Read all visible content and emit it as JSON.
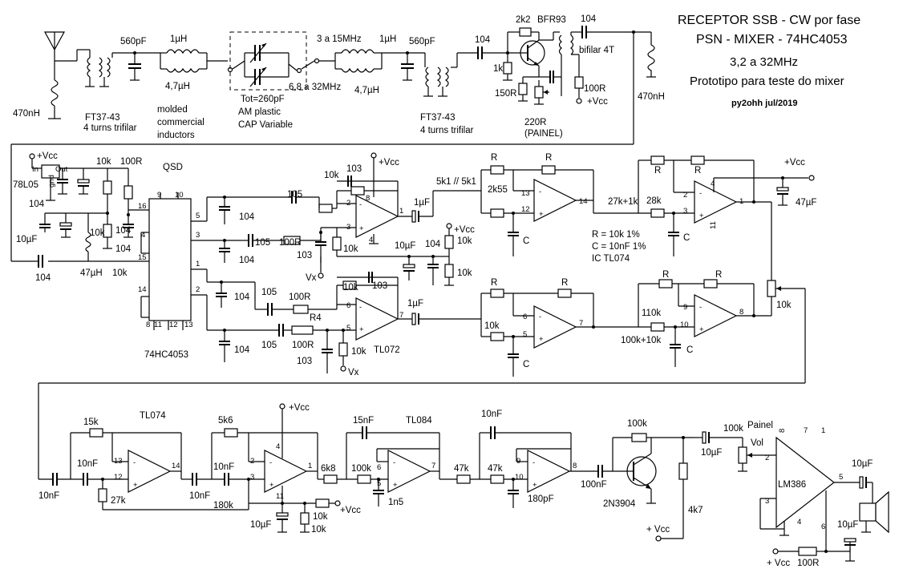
{
  "title": {
    "line1": "RECEPTOR SSB - CW por fase",
    "line2": "PSN - MIXER - 74HC4053",
    "line3": "3,2 a 32MHz",
    "line4": "Prototipo para teste do mixer",
    "author": "py2ohh jul/2019"
  },
  "frontend": {
    "ant_l": "470nH",
    "t1": "FT37-43",
    "t1b": "4 turns trifilar",
    "c560a": "560pF",
    "l1": "1µH",
    "l2": "4,7µH",
    "molded1": "molded",
    "molded2": "commercial",
    "molded3": "inductors",
    "cv1": "Tot=260pF",
    "cv2": "AM plastic",
    "cv3": "CAP Variable",
    "band1": "3 a 15MHz",
    "band2": "6,8 a 32MHz",
    "l3": "1µH",
    "l4": "4,7µH",
    "c560b": "560pF",
    "t2": "FT37-43",
    "t2b": "4 turns trifilar",
    "c104a": "104",
    "r1k": "1k",
    "r2k2": "2k2",
    "q": "BFR93",
    "r150": "150R",
    "p220": "220R",
    "painel": "(PAINEL)",
    "c104b": "104",
    "bif": "bifilar 4T",
    "r100": "100R",
    "vcc": "+Vcc",
    "out_l": "470nH"
  },
  "qsd": {
    "vcc": "+Vcc",
    "in": "In",
    "out": "Out",
    "gnd": "gnd",
    "reg": "78L05",
    "c104a": "104",
    "c10u": "10µF",
    "c104b": "104",
    "r10ka": "10k",
    "r100": "100R",
    "r10kb": "10k",
    "c104c": "104",
    "l47": "47µH",
    "r10kc": "10k",
    "c104d": "104",
    "label": "QSD",
    "chip": "74HC4053",
    "p16": "16",
    "p9": "9",
    "p10": "10",
    "p5": "5",
    "p4": "4",
    "p3": "3",
    "p15": "15",
    "p1": "1",
    "p14": "14",
    "p2": "2",
    "p8": "8",
    "p11": "11",
    "p12": "12",
    "p13": "13",
    "ca1": "104",
    "ca2": "104",
    "ca3": "104",
    "ca4": "104",
    "cs1": "105",
    "cs2": "105",
    "cs3": "105",
    "cs4": "105"
  },
  "preamp": {
    "r10k": "10k",
    "c103": "103",
    "vcc": "+Vcc",
    "p2": "2",
    "p3": "3",
    "p1": "1",
    "p8": "8",
    "p4": "4",
    "r100a": "100R",
    "c103b": "103",
    "r10kb": "10k",
    "c1ua": "1µF",
    "c10u": "10µF",
    "c104": "104",
    "vcc2": "+Vcc",
    "r10kc": "10k",
    "r10kd": "10k",
    "vx": "Vx",
    "r10ke": "10k",
    "c103c": "103",
    "p6": "6",
    "p5": "5",
    "p7": "7",
    "r100b": "100R",
    "r4": "R4",
    "c103d": "103",
    "r10kf": "10k",
    "vx2": "Vx",
    "tl": "TL072",
    "c1ub": "1µF",
    "r5k1": "5k1 // 5k1"
  },
  "psn": {
    "r": "R",
    "r2": "R",
    "r2k55": "2k55",
    "p13": "13",
    "p12": "12",
    "p14": "14",
    "c": "C",
    "r27": "27k+1k",
    "r28": "28k",
    "r3": "R",
    "r4": "R",
    "p2": "2",
    "p3": "3",
    "p1": "1",
    "p4": "4",
    "p11": "11",
    "c2": "C",
    "vcc": "+Vcc",
    "c47": "47µF",
    "note1": "R = 10k 1%",
    "note2": "C = 10nF 1%",
    "note3": "IC TL074",
    "r5": "R",
    "r6": "R",
    "r10k": "10k",
    "p6": "6",
    "p5": "5",
    "p7": "7",
    "c3": "C",
    "r7": "R",
    "r8": "R",
    "r110": "110k",
    "p9": "9",
    "p10": "10",
    "p8": "8",
    "r100k": "100k+10k",
    "c4": "C",
    "pot": "10k"
  },
  "audio": {
    "r15k": "15k",
    "tl074": "TL074",
    "c10na": "10nF",
    "c10nb": "10nF",
    "p13": "13",
    "p12": "12",
    "p14": "14",
    "r27k": "27k",
    "r5k6": "5k6",
    "vcc": "+Vcc",
    "c10nc": "10nF",
    "c10nd": "10nF",
    "p2": "2",
    "p3": "3",
    "p1": "1",
    "p4": "4",
    "p11": "11",
    "r180": "180k",
    "c10ue": "10µF",
    "r10ka": "10k",
    "r10kb": "10k",
    "vcc2": "+Vcc",
    "r6k8": "6k8",
    "c15n": "15nF",
    "tl084": "TL084",
    "r100k": "100k",
    "p6": "6",
    "p5": "5",
    "p7": "7",
    "c1n5": "1n5",
    "r47a": "47k",
    "c10nf": "10nF",
    "r47b": "47k",
    "p9": "9",
    "p10": "10",
    "p8": "8",
    "c180p": "180pF",
    "c100n": "100nF",
    "r100kb": "100k",
    "q": "2N3904",
    "r4k7": "4k7",
    "vcc3": "+ Vcc",
    "c10uf": "10µF",
    "r100kc": "100k",
    "painel": "Painel",
    "vol": "Vol",
    "lm": "LM386",
    "c10ug": "10µF",
    "c10uh": "10µF",
    "r100r": "100R",
    "vcc4": "+ Vcc"
  }
}
